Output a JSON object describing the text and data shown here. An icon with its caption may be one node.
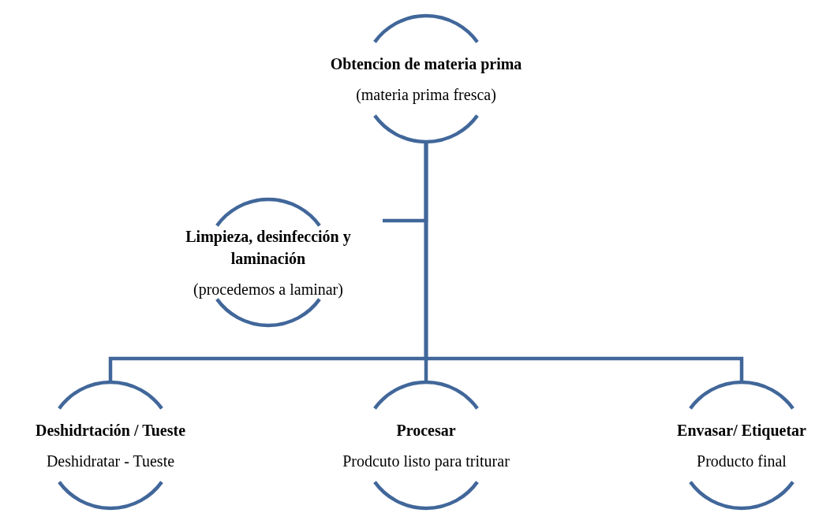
{
  "diagram": {
    "nodes": [
      {
        "text": [
          "Obtencion de materia prima",
          "(materia prima fresca)"
        ]
      },
      {
        "text": [
          "Limpieza, desinfección y laminación",
          "(procedemos a laminar)"
        ]
      },
      {
        "text": [
          "Deshidrtación / Tueste",
          "Deshidratar - Tueste"
        ]
      },
      {
        "text": [
          "Procesar",
          "Prodcuto listo para triturar"
        ]
      },
      {
        "text": [
          "Envasar/ Etiquetar",
          "Producto final"
        ]
      }
    ],
    "edges": [
      {
        "from": 0,
        "to": 1,
        "arrow": "none"
      },
      {
        "from": 0,
        "to": 2,
        "arrow": "none"
      },
      {
        "from": 0,
        "to": 3,
        "arrow": "none"
      },
      {
        "from": 0,
        "to": 4,
        "arrow": "none"
      }
    ]
  }
}
